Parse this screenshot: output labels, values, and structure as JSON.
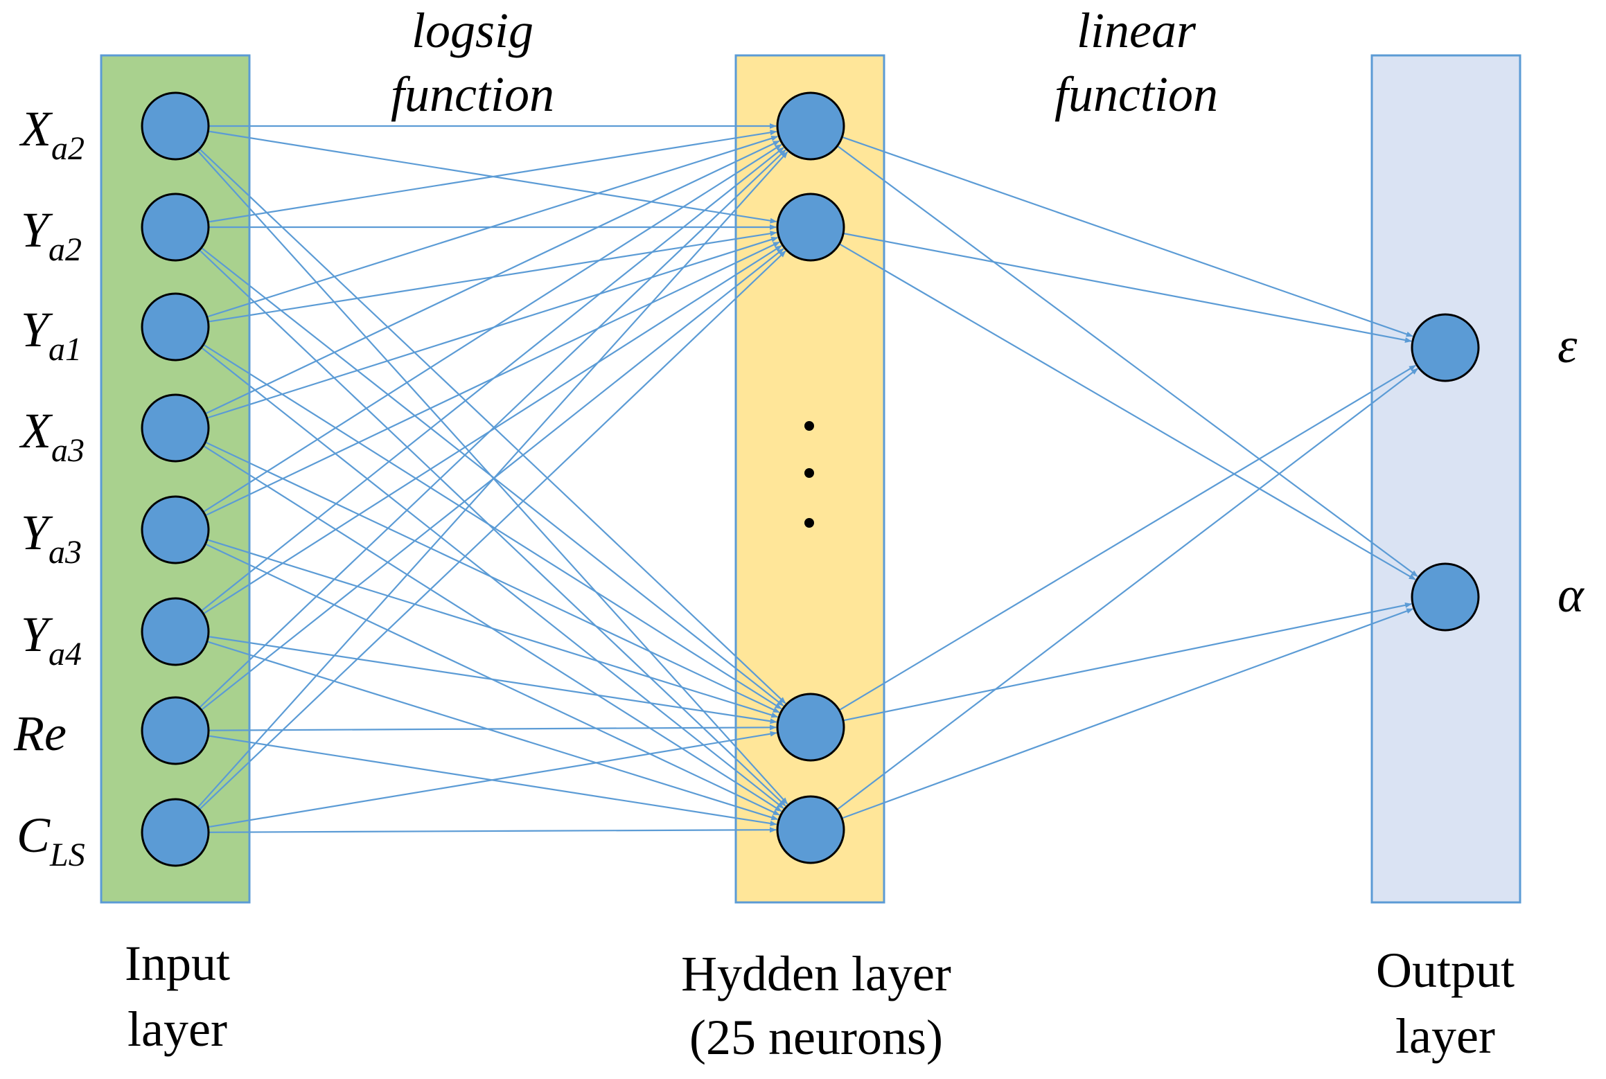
{
  "diagram": {
    "layers": {
      "input": {
        "caption": [
          "Input",
          "layer"
        ],
        "fill": "#a9d18e",
        "nodes": [
          {
            "base": "X",
            "sub": "a2"
          },
          {
            "base": "Y",
            "sub": "a2"
          },
          {
            "base": "Y",
            "sub": "a1"
          },
          {
            "base": "X",
            "sub": "a3"
          },
          {
            "base": "Y",
            "sub": "a3"
          },
          {
            "base": "Y",
            "sub": "a4"
          },
          {
            "base": "Re",
            "sub": ""
          },
          {
            "base": "C",
            "sub": "LS"
          }
        ]
      },
      "hidden": {
        "caption": [
          "Hydden layer",
          "(25 neurons)"
        ],
        "fill": "#ffe699",
        "shown_neurons": 4,
        "ellipsis": "⋮"
      },
      "output": {
        "caption": [
          "Output",
          "layer"
        ],
        "fill": "#dae3f3",
        "nodes": [
          {
            "label": "ε"
          },
          {
            "label": "α"
          }
        ]
      }
    },
    "transfer_functions": {
      "input_to_hidden": [
        "logsig",
        "function"
      ],
      "hidden_to_output": [
        "linear",
        "function"
      ]
    },
    "colors": {
      "node_fill": "#5b9bd5",
      "node_stroke": "#000000",
      "connection": "#5b9bd5",
      "box_border": "#5b9bd5"
    }
  }
}
